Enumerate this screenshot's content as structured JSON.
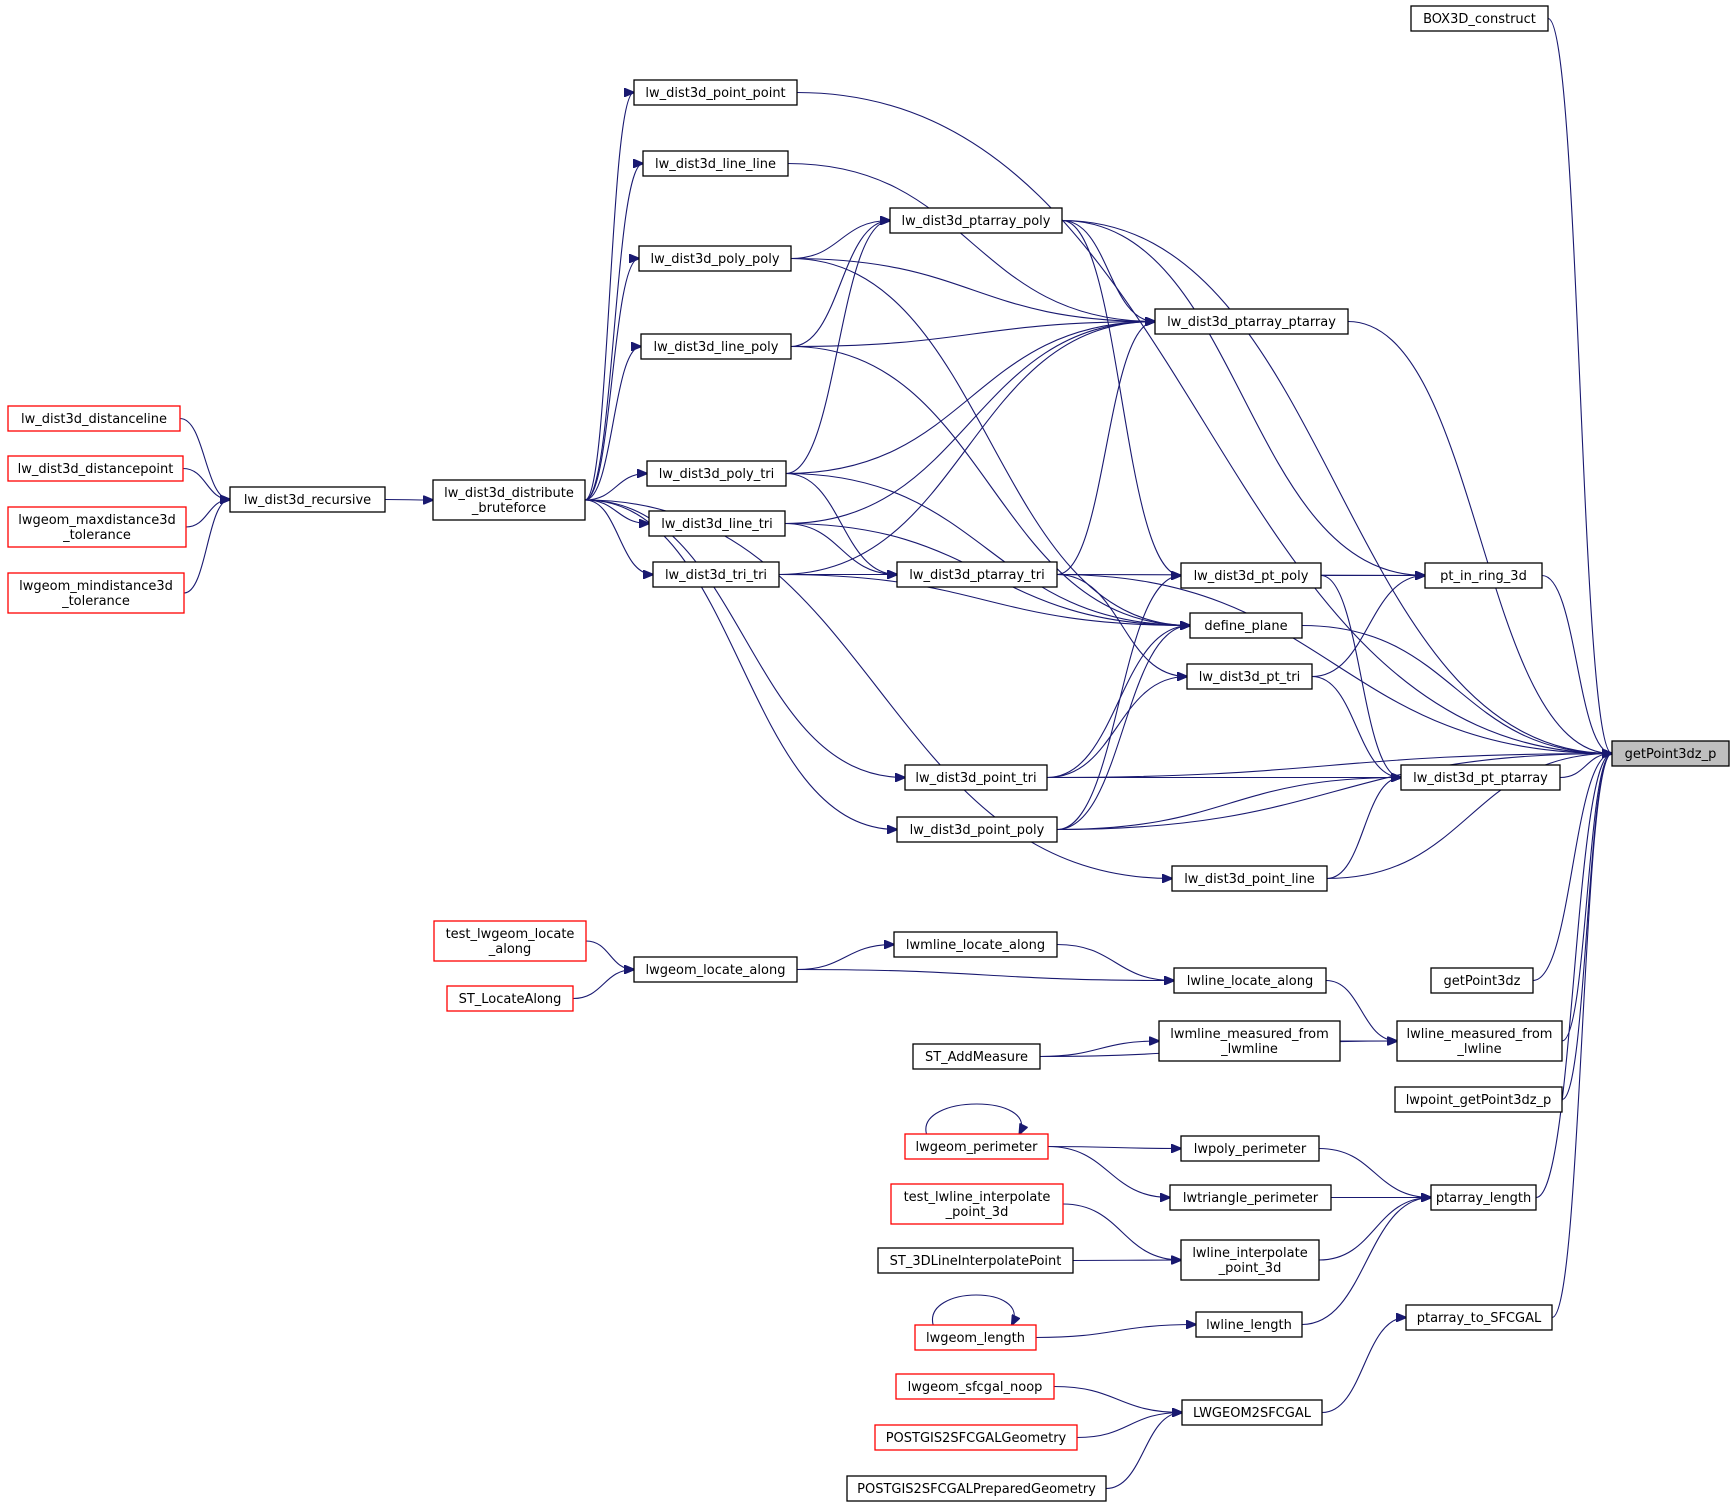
{
  "colors": {
    "edge": "#191970",
    "box_border_normal": "#000000",
    "box_border_truncated": "#ff0000",
    "focus_fill": "#bfbfbf",
    "box_fill": "#ffffff"
  },
  "nodes": [
    {
      "id": "BOX3D_construct",
      "lines": [
        "BOX3D_construct"
      ],
      "style": "normal"
    },
    {
      "id": "lw_dist3d_point_point",
      "lines": [
        "lw_dist3d_point_point"
      ],
      "style": "normal"
    },
    {
      "id": "lw_dist3d_line_line",
      "lines": [
        "lw_dist3d_line_line"
      ],
      "style": "normal"
    },
    {
      "id": "lw_dist3d_ptarray_poly",
      "lines": [
        "lw_dist3d_ptarray_poly"
      ],
      "style": "normal"
    },
    {
      "id": "lw_dist3d_poly_poly",
      "lines": [
        "lw_dist3d_poly_poly"
      ],
      "style": "normal"
    },
    {
      "id": "lw_dist3d_ptarray_ptarray",
      "lines": [
        "lw_dist3d_ptarray_ptarray"
      ],
      "style": "normal"
    },
    {
      "id": "lw_dist3d_line_poly",
      "lines": [
        "lw_dist3d_line_poly"
      ],
      "style": "normal"
    },
    {
      "id": "lw_dist3d_distanceline",
      "lines": [
        "lw_dist3d_distanceline"
      ],
      "style": "truncated"
    },
    {
      "id": "lw_dist3d_distancepoint",
      "lines": [
        "lw_dist3d_distancepoint"
      ],
      "style": "truncated"
    },
    {
      "id": "lwgeom_maxdistance3d_tolerance",
      "lines": [
        "lwgeom_maxdistance3d",
        "_tolerance"
      ],
      "style": "truncated"
    },
    {
      "id": "lwgeom_mindistance3d_tolerance",
      "lines": [
        "lwgeom_mindistance3d",
        "_tolerance"
      ],
      "style": "truncated"
    },
    {
      "id": "lw_dist3d_recursive",
      "lines": [
        "lw_dist3d_recursive"
      ],
      "style": "normal"
    },
    {
      "id": "lw_dist3d_distribute_bruteforce",
      "lines": [
        "lw_dist3d_distribute",
        "_bruteforce"
      ],
      "style": "normal"
    },
    {
      "id": "lw_dist3d_poly_tri",
      "lines": [
        "lw_dist3d_poly_tri"
      ],
      "style": "normal"
    },
    {
      "id": "lw_dist3d_line_tri",
      "lines": [
        "lw_dist3d_line_tri"
      ],
      "style": "normal"
    },
    {
      "id": "lw_dist3d_tri_tri",
      "lines": [
        "lw_dist3d_tri_tri"
      ],
      "style": "normal"
    },
    {
      "id": "lw_dist3d_ptarray_tri",
      "lines": [
        "lw_dist3d_ptarray_tri"
      ],
      "style": "normal"
    },
    {
      "id": "lw_dist3d_pt_poly",
      "lines": [
        "lw_dist3d_pt_poly"
      ],
      "style": "normal"
    },
    {
      "id": "pt_in_ring_3d",
      "lines": [
        "pt_in_ring_3d"
      ],
      "style": "normal"
    },
    {
      "id": "define_plane",
      "lines": [
        "define_plane"
      ],
      "style": "normal"
    },
    {
      "id": "lw_dist3d_pt_tri",
      "lines": [
        "lw_dist3d_pt_tri"
      ],
      "style": "normal"
    },
    {
      "id": "getPoint3dz_p",
      "lines": [
        "getPoint3dz_p"
      ],
      "style": "focus"
    },
    {
      "id": "lw_dist3d_point_tri",
      "lines": [
        "lw_dist3d_point_tri"
      ],
      "style": "normal"
    },
    {
      "id": "lw_dist3d_pt_ptarray",
      "lines": [
        "lw_dist3d_pt_ptarray"
      ],
      "style": "normal"
    },
    {
      "id": "lw_dist3d_point_poly",
      "lines": [
        "lw_dist3d_point_poly"
      ],
      "style": "normal"
    },
    {
      "id": "lw_dist3d_point_line",
      "lines": [
        "lw_dist3d_point_line"
      ],
      "style": "normal"
    },
    {
      "id": "test_lwgeom_locate_along",
      "lines": [
        "test_lwgeom_locate",
        "_along"
      ],
      "style": "truncated"
    },
    {
      "id": "lwmline_locate_along",
      "lines": [
        "lwmline_locate_along"
      ],
      "style": "normal"
    },
    {
      "id": "lwgeom_locate_along",
      "lines": [
        "lwgeom_locate_along"
      ],
      "style": "normal"
    },
    {
      "id": "lwline_locate_along",
      "lines": [
        "lwline_locate_along"
      ],
      "style": "normal"
    },
    {
      "id": "getPoint3dz",
      "lines": [
        "getPoint3dz"
      ],
      "style": "normal"
    },
    {
      "id": "ST_LocateAlong",
      "lines": [
        "ST_LocateAlong"
      ],
      "style": "truncated"
    },
    {
      "id": "lwmline_measured_from_lwmline",
      "lines": [
        "lwmline_measured_from",
        "_lwmline"
      ],
      "style": "normal"
    },
    {
      "id": "lwline_measured_from_lwline",
      "lines": [
        "lwline_measured_from",
        "_lwline"
      ],
      "style": "normal"
    },
    {
      "id": "ST_AddMeasure",
      "lines": [
        "ST_AddMeasure"
      ],
      "style": "normal"
    },
    {
      "id": "lwpoint_getPoint3dz_p",
      "lines": [
        "lwpoint_getPoint3dz_p"
      ],
      "style": "normal"
    },
    {
      "id": "lwgeom_perimeter",
      "lines": [
        "lwgeom_perimeter"
      ],
      "style": "truncated"
    },
    {
      "id": "lwpoly_perimeter",
      "lines": [
        "lwpoly_perimeter"
      ],
      "style": "normal"
    },
    {
      "id": "test_lwline_interpolate_point_3d",
      "lines": [
        "test_lwline_interpolate",
        "_point_3d"
      ],
      "style": "truncated"
    },
    {
      "id": "lwtriangle_perimeter",
      "lines": [
        "lwtriangle_perimeter"
      ],
      "style": "normal"
    },
    {
      "id": "ptarray_length",
      "lines": [
        "ptarray_length"
      ],
      "style": "normal"
    },
    {
      "id": "ST_3DLineInterpolatePoint",
      "lines": [
        "ST_3DLineInterpolatePoint"
      ],
      "style": "normal"
    },
    {
      "id": "lwline_interpolate_point_3d",
      "lines": [
        "lwline_interpolate",
        "_point_3d"
      ],
      "style": "normal"
    },
    {
      "id": "lwgeom_length",
      "lines": [
        "lwgeom_length"
      ],
      "style": "truncated"
    },
    {
      "id": "lwline_length",
      "lines": [
        "lwline_length"
      ],
      "style": "normal"
    },
    {
      "id": "ptarray_to_SFCGAL",
      "lines": [
        "ptarray_to_SFCGAL"
      ],
      "style": "normal"
    },
    {
      "id": "lwgeom_sfcgal_noop",
      "lines": [
        "lwgeom_sfcgal_noop"
      ],
      "style": "truncated"
    },
    {
      "id": "LWGEOM2SFCGAL",
      "lines": [
        "LWGEOM2SFCGAL"
      ],
      "style": "normal"
    },
    {
      "id": "POSTGIS2SFCGALGeometry",
      "lines": [
        "POSTGIS2SFCGALGeometry"
      ],
      "style": "truncated"
    },
    {
      "id": "POSTGIS2SFCGALPreparedGeometry",
      "lines": [
        "POSTGIS2SFCGALPreparedGeometry"
      ],
      "style": "normal"
    }
  ],
  "edges": [
    [
      "BOX3D_construct",
      "getPoint3dz_p"
    ],
    [
      "lw_dist3d_point_point",
      "getPoint3dz_p"
    ],
    [
      "lw_dist3d_ptarray_poly",
      "getPoint3dz_p"
    ],
    [
      "lw_dist3d_ptarray_ptarray",
      "getPoint3dz_p"
    ],
    [
      "lw_dist3d_ptarray_tri",
      "getPoint3dz_p"
    ],
    [
      "pt_in_ring_3d",
      "getPoint3dz_p"
    ],
    [
      "define_plane",
      "getPoint3dz_p"
    ],
    [
      "lw_dist3d_point_tri",
      "getPoint3dz_p"
    ],
    [
      "lw_dist3d_pt_ptarray",
      "getPoint3dz_p"
    ],
    [
      "lw_dist3d_point_line",
      "getPoint3dz_p"
    ],
    [
      "lw_dist3d_point_poly",
      "getPoint3dz_p"
    ],
    [
      "getPoint3dz",
      "getPoint3dz_p"
    ],
    [
      "lwline_measured_from_lwline",
      "getPoint3dz_p"
    ],
    [
      "lwpoint_getPoint3dz_p",
      "getPoint3dz_p"
    ],
    [
      "ptarray_length",
      "getPoint3dz_p"
    ],
    [
      "ptarray_to_SFCGAL",
      "getPoint3dz_p"
    ],
    [
      "lw_dist3d_distribute_bruteforce",
      "lw_dist3d_point_point"
    ],
    [
      "lw_dist3d_distribute_bruteforce",
      "lw_dist3d_line_line"
    ],
    [
      "lw_dist3d_distribute_bruteforce",
      "lw_dist3d_poly_poly"
    ],
    [
      "lw_dist3d_distribute_bruteforce",
      "lw_dist3d_line_poly"
    ],
    [
      "lw_dist3d_distribute_bruteforce",
      "lw_dist3d_poly_tri"
    ],
    [
      "lw_dist3d_distribute_bruteforce",
      "lw_dist3d_line_tri"
    ],
    [
      "lw_dist3d_distribute_bruteforce",
      "lw_dist3d_tri_tri"
    ],
    [
      "lw_dist3d_distribute_bruteforce",
      "lw_dist3d_point_tri"
    ],
    [
      "lw_dist3d_distribute_bruteforce",
      "lw_dist3d_point_poly"
    ],
    [
      "lw_dist3d_distribute_bruteforce",
      "lw_dist3d_point_line"
    ],
    [
      "lw_dist3d_recursive",
      "lw_dist3d_distribute_bruteforce"
    ],
    [
      "lw_dist3d_distanceline",
      "lw_dist3d_recursive"
    ],
    [
      "lw_dist3d_distancepoint",
      "lw_dist3d_recursive"
    ],
    [
      "lwgeom_maxdistance3d_tolerance",
      "lw_dist3d_recursive"
    ],
    [
      "lwgeom_mindistance3d_tolerance",
      "lw_dist3d_recursive"
    ],
    [
      "lw_dist3d_line_line",
      "lw_dist3d_ptarray_ptarray"
    ],
    [
      "lw_dist3d_poly_poly",
      "lw_dist3d_ptarray_poly"
    ],
    [
      "lw_dist3d_poly_poly",
      "lw_dist3d_ptarray_ptarray"
    ],
    [
      "lw_dist3d_poly_poly",
      "define_plane"
    ],
    [
      "lw_dist3d_line_poly",
      "lw_dist3d_ptarray_poly"
    ],
    [
      "lw_dist3d_line_poly",
      "lw_dist3d_ptarray_ptarray"
    ],
    [
      "lw_dist3d_line_poly",
      "define_plane"
    ],
    [
      "lw_dist3d_poly_tri",
      "lw_dist3d_ptarray_poly"
    ],
    [
      "lw_dist3d_poly_tri",
      "lw_dist3d_ptarray_ptarray"
    ],
    [
      "lw_dist3d_poly_tri",
      "lw_dist3d_ptarray_tri"
    ],
    [
      "lw_dist3d_poly_tri",
      "define_plane"
    ],
    [
      "lw_dist3d_line_tri",
      "lw_dist3d_ptarray_ptarray"
    ],
    [
      "lw_dist3d_line_tri",
      "lw_dist3d_ptarray_tri"
    ],
    [
      "lw_dist3d_line_tri",
      "define_plane"
    ],
    [
      "lw_dist3d_tri_tri",
      "lw_dist3d_ptarray_ptarray"
    ],
    [
      "lw_dist3d_tri_tri",
      "lw_dist3d_ptarray_tri"
    ],
    [
      "lw_dist3d_tri_tri",
      "define_plane"
    ],
    [
      "lw_dist3d_ptarray_poly",
      "lw_dist3d_ptarray_ptarray"
    ],
    [
      "lw_dist3d_ptarray_poly",
      "lw_dist3d_pt_poly"
    ],
    [
      "lw_dist3d_ptarray_poly",
      "pt_in_ring_3d"
    ],
    [
      "lw_dist3d_ptarray_tri",
      "lw_dist3d_ptarray_ptarray"
    ],
    [
      "lw_dist3d_ptarray_tri",
      "pt_in_ring_3d"
    ],
    [
      "lw_dist3d_ptarray_tri",
      "lw_dist3d_pt_tri"
    ],
    [
      "lw_dist3d_pt_poly",
      "pt_in_ring_3d"
    ],
    [
      "lw_dist3d_pt_poly",
      "lw_dist3d_pt_ptarray"
    ],
    [
      "lw_dist3d_pt_tri",
      "pt_in_ring_3d"
    ],
    [
      "lw_dist3d_pt_tri",
      "lw_dist3d_pt_ptarray"
    ],
    [
      "lw_dist3d_point_tri",
      "define_plane"
    ],
    [
      "lw_dist3d_point_tri",
      "lw_dist3d_pt_tri"
    ],
    [
      "lw_dist3d_point_tri",
      "lw_dist3d_pt_ptarray"
    ],
    [
      "lw_dist3d_point_poly",
      "define_plane"
    ],
    [
      "lw_dist3d_point_poly",
      "lw_dist3d_pt_poly"
    ],
    [
      "lw_dist3d_point_poly",
      "lw_dist3d_pt_ptarray"
    ],
    [
      "lw_dist3d_point_line",
      "lw_dist3d_pt_ptarray"
    ],
    [
      "lwmline_locate_along",
      "lwline_locate_along"
    ],
    [
      "lwgeom_locate_along",
      "lwmline_locate_along"
    ],
    [
      "lwgeom_locate_along",
      "lwline_locate_along"
    ],
    [
      "lwline_locate_along",
      "lwline_measured_from_lwline"
    ],
    [
      "test_lwgeom_locate_along",
      "lwgeom_locate_along"
    ],
    [
      "ST_LocateAlong",
      "lwgeom_locate_along"
    ],
    [
      "lwmline_measured_from_lwmline",
      "lwline_measured_from_lwline"
    ],
    [
      "ST_AddMeasure",
      "lwmline_measured_from_lwmline"
    ],
    [
      "ST_AddMeasure",
      "lwline_measured_from_lwline"
    ],
    [
      "lwgeom_perimeter",
      "lwgeom_perimeter"
    ],
    [
      "lwgeom_perimeter",
      "lwpoly_perimeter"
    ],
    [
      "lwgeom_perimeter",
      "lwtriangle_perimeter"
    ],
    [
      "lwpoly_perimeter",
      "ptarray_length"
    ],
    [
      "lwtriangle_perimeter",
      "ptarray_length"
    ],
    [
      "lwline_interpolate_point_3d",
      "ptarray_length"
    ],
    [
      "lwline_length",
      "ptarray_length"
    ],
    [
      "test_lwline_interpolate_point_3d",
      "lwline_interpolate_point_3d"
    ],
    [
      "ST_3DLineInterpolatePoint",
      "lwline_interpolate_point_3d"
    ],
    [
      "lwgeom_length",
      "lwgeom_length"
    ],
    [
      "lwgeom_length",
      "lwline_length"
    ],
    [
      "LWGEOM2SFCGAL",
      "ptarray_to_SFCGAL"
    ],
    [
      "lwgeom_sfcgal_noop",
      "LWGEOM2SFCGAL"
    ],
    [
      "POSTGIS2SFCGALGeometry",
      "LWGEOM2SFCGAL"
    ],
    [
      "POSTGIS2SFCGALPreparedGeometry",
      "LWGEOM2SFCGAL"
    ]
  ]
}
